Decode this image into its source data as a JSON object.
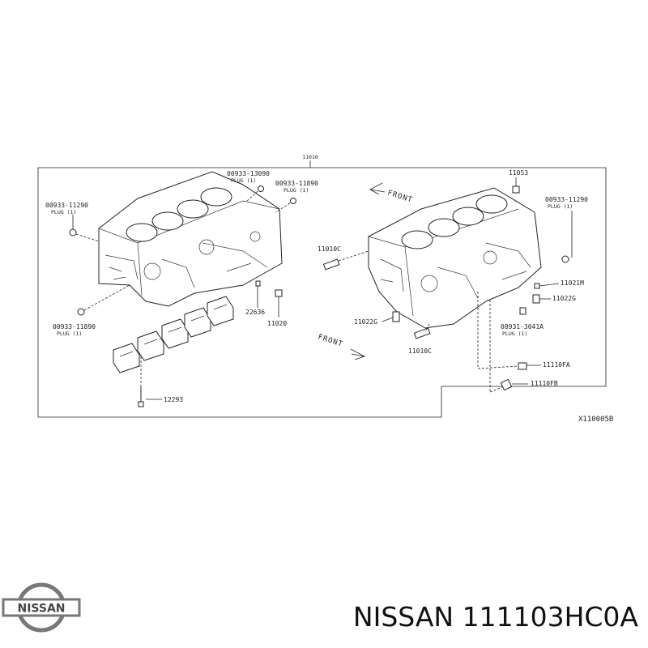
{
  "diagram": {
    "header_number": "11010",
    "diagram_code": "X110005B",
    "front_label": "FRONT",
    "parts": [
      {
        "code": "00933-11290",
        "desc": "PLUG (1)"
      },
      {
        "code": "00933-13090",
        "desc": "PLUG (1)"
      },
      {
        "code": "00933-11890",
        "desc": "PLUG (1)"
      },
      {
        "code": "00933-11890",
        "desc": "PLUG (1)"
      },
      {
        "code": "22636",
        "desc": ""
      },
      {
        "code": "11020",
        "desc": ""
      },
      {
        "code": "12293",
        "desc": ""
      },
      {
        "code": "11053",
        "desc": ""
      },
      {
        "code": "00933-11290",
        "desc": "PLUG (1)"
      },
      {
        "code": "11010C",
        "desc": ""
      },
      {
        "code": "11021M",
        "desc": ""
      },
      {
        "code": "11022G",
        "desc": ""
      },
      {
        "code": "11022G",
        "desc": ""
      },
      {
        "code": "08931-3041A",
        "desc": "PLUG (1)"
      },
      {
        "code": "11010C",
        "desc": ""
      },
      {
        "code": "11110FA",
        "desc": ""
      },
      {
        "code": "11110FB",
        "desc": ""
      }
    ]
  },
  "footer": {
    "brand_logo_text": "NISSAN",
    "title": "NISSAN 111103HC0A"
  }
}
